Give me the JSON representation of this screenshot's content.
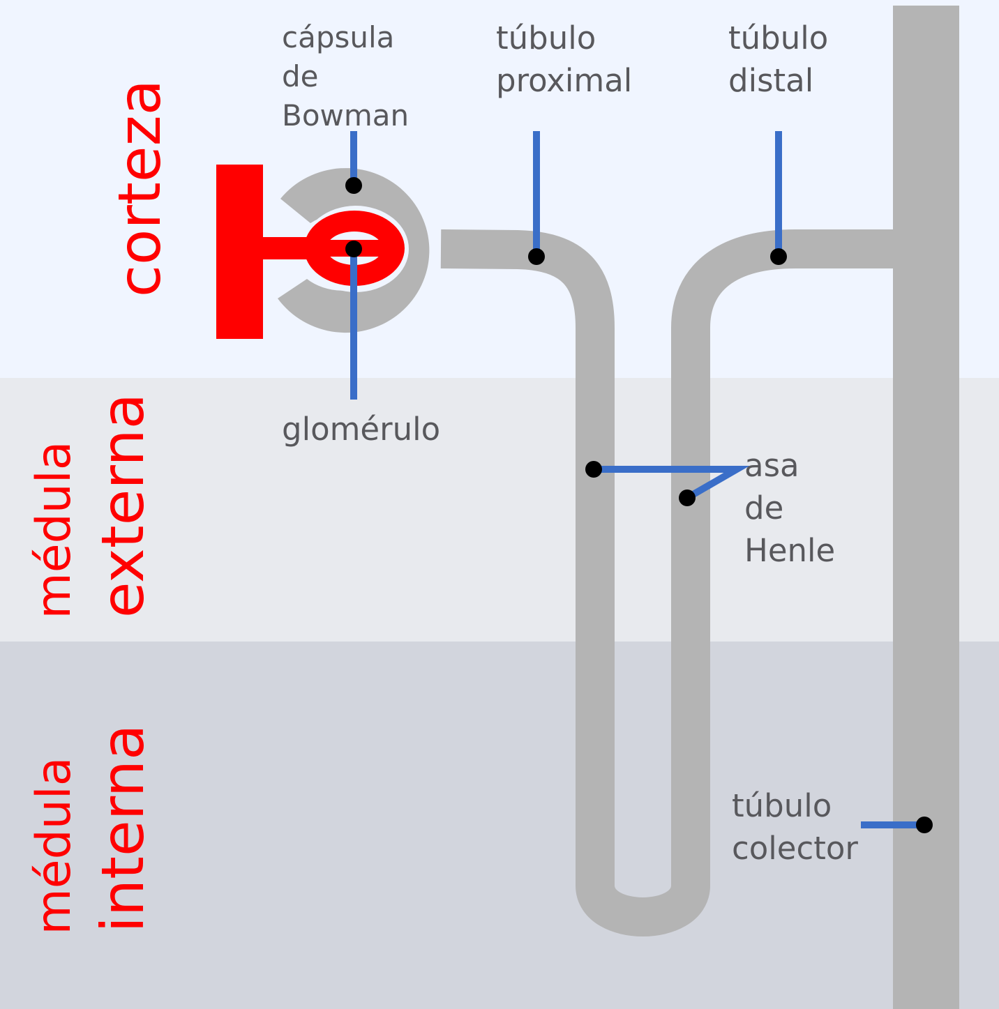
{
  "zones": {
    "cortex": {
      "label": "corteza"
    },
    "outer_medulla": {
      "line1": "médula",
      "line2": "externa"
    },
    "inner_medulla": {
      "line1": "médula",
      "line2": "interna"
    }
  },
  "labels": {
    "bowman": {
      "line1": "cápsula",
      "line2": "de",
      "line3": "Bowman"
    },
    "proximal": {
      "line1": "túbulo",
      "line2": "proximal"
    },
    "distal": {
      "line1": "túbulo",
      "line2": "distal"
    },
    "glomerulus": {
      "text": "glomérulo"
    },
    "henle": {
      "line1": "asa",
      "line2": "de",
      "line3": "Henle"
    },
    "collecting": {
      "line1": "túbulo",
      "line2": "colector"
    }
  },
  "colors": {
    "cortex_bg": "#f0f5ff",
    "outer_medulla_bg": "#e8eaee",
    "inner_medulla_bg": "#d2d5dd",
    "tubule": "#b4b4b4",
    "glomerulus": "#ff0000",
    "leader_line": "#3a6ec8",
    "marker": "#000000",
    "zone_text": "#ff0000",
    "label_text": "#58585c"
  }
}
